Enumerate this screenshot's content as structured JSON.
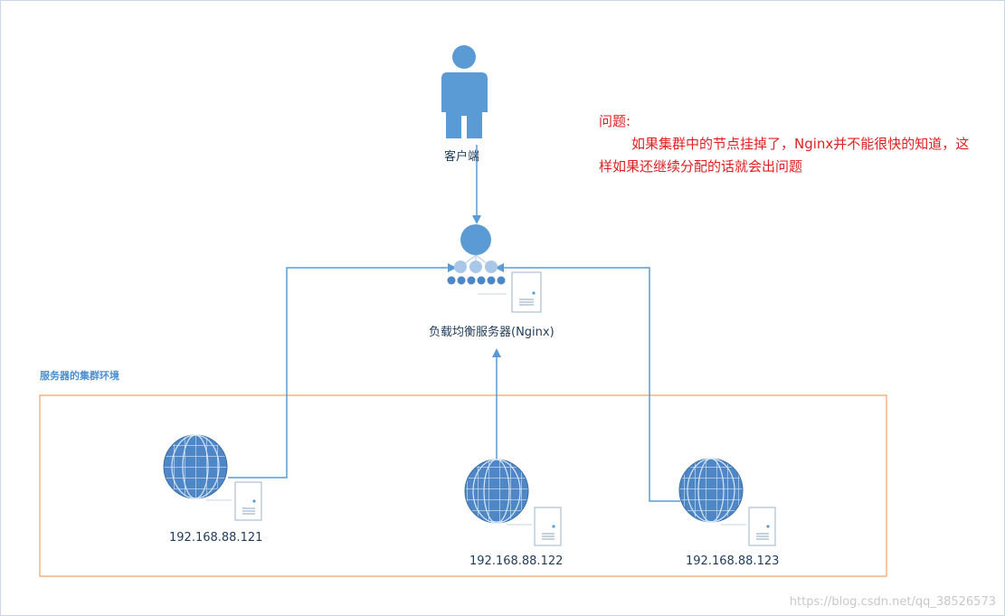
{
  "client": {
    "label": "客户端"
  },
  "load_balancer": {
    "label": "负载均衡服务器(Nginx)"
  },
  "cluster": {
    "title": "服务器的集群环境",
    "servers": [
      {
        "ip": "192.168.88.121"
      },
      {
        "ip": "192.168.88.122"
      },
      {
        "ip": "192.168.88.123"
      }
    ]
  },
  "note": {
    "heading": "问题:",
    "body": "如果集群中的节点挂掉了，Nginx并不能很快的知道，这样如果还继续分配的话就会出问题"
  },
  "watermark": "https://blog.csdn.net/qq_38526573",
  "colors": {
    "accent": "#5b9bd5",
    "cluster_border": "#f0a060",
    "note_text": "#e02020",
    "globe_fill": "#4f86c6"
  }
}
